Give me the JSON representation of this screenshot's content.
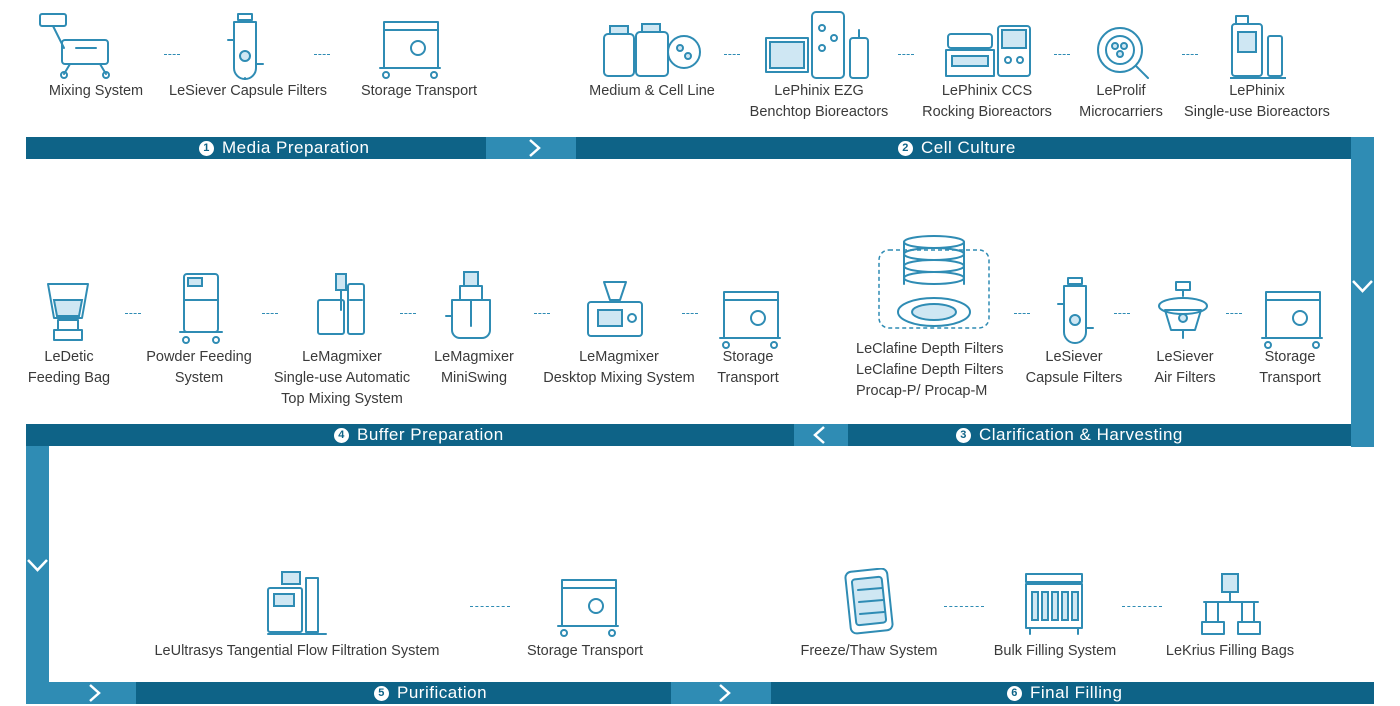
{
  "stages": [
    {
      "number": "1",
      "label": "Media Preparation"
    },
    {
      "number": "2",
      "label": "Cell Culture"
    },
    {
      "number": "3",
      "label": "Clarification & Harvesting"
    },
    {
      "number": "4",
      "label": "Buffer Preparation"
    },
    {
      "number": "5",
      "label": "Purification"
    },
    {
      "number": "6",
      "label": "Final Filling"
    }
  ],
  "media_prep": [
    {
      "lines": [
        "Mixing System"
      ]
    },
    {
      "lines": [
        "LeSiever Capsule Filters"
      ]
    },
    {
      "lines": [
        "Storage Transport"
      ]
    }
  ],
  "cell_culture": [
    {
      "lines": [
        "Medium & Cell Line"
      ]
    },
    {
      "lines": [
        "LePhinix EZG",
        "Benchtop Bioreactors"
      ]
    },
    {
      "lines": [
        "LePhinix CCS",
        "Rocking Bioreactors"
      ]
    },
    {
      "lines": [
        "LeProlif",
        "Microcarriers"
      ]
    },
    {
      "lines": [
        "LePhinix",
        "Single-use Bioreactors"
      ]
    }
  ],
  "buffer_prep": [
    {
      "lines": [
        "LeDetic",
        "Feeding Bag"
      ]
    },
    {
      "lines": [
        "Powder Feeding",
        "System"
      ]
    },
    {
      "lines": [
        "LeMagmixer",
        "Single-use Automatic",
        "Top Mixing System"
      ]
    },
    {
      "lines": [
        "LeMagmixer",
        "MiniSwing"
      ]
    },
    {
      "lines": [
        "LeMagmixer",
        "Desktop Mixing System"
      ]
    },
    {
      "lines": [
        "Storage",
        "Transport"
      ]
    }
  ],
  "clarification": [
    {
      "lines": [
        "LeClafine  Depth Filters",
        "LeClafine  Depth Filters",
        "Procap-P/ Procap-M"
      ]
    },
    {
      "lines": [
        "LeSiever",
        "Capsule Filters"
      ]
    },
    {
      "lines": [
        "LeSiever",
        "Air Filters"
      ]
    },
    {
      "lines": [
        "Storage",
        "Transport"
      ]
    }
  ],
  "purification": [
    {
      "lines": [
        "LeUltrasys  Tangential Flow Filtration System"
      ]
    },
    {
      "lines": [
        "Storage Transport"
      ]
    }
  ],
  "final_filling": [
    {
      "lines": [
        "Freeze/Thaw System"
      ]
    },
    {
      "lines": [
        "Bulk Filling System"
      ]
    },
    {
      "lines": [
        "LeKrius Filling Bags"
      ]
    }
  ],
  "colors": {
    "bar_dark": "#0e6387",
    "bar_light": "#2f8cb4",
    "text": "#3a3a3a"
  }
}
